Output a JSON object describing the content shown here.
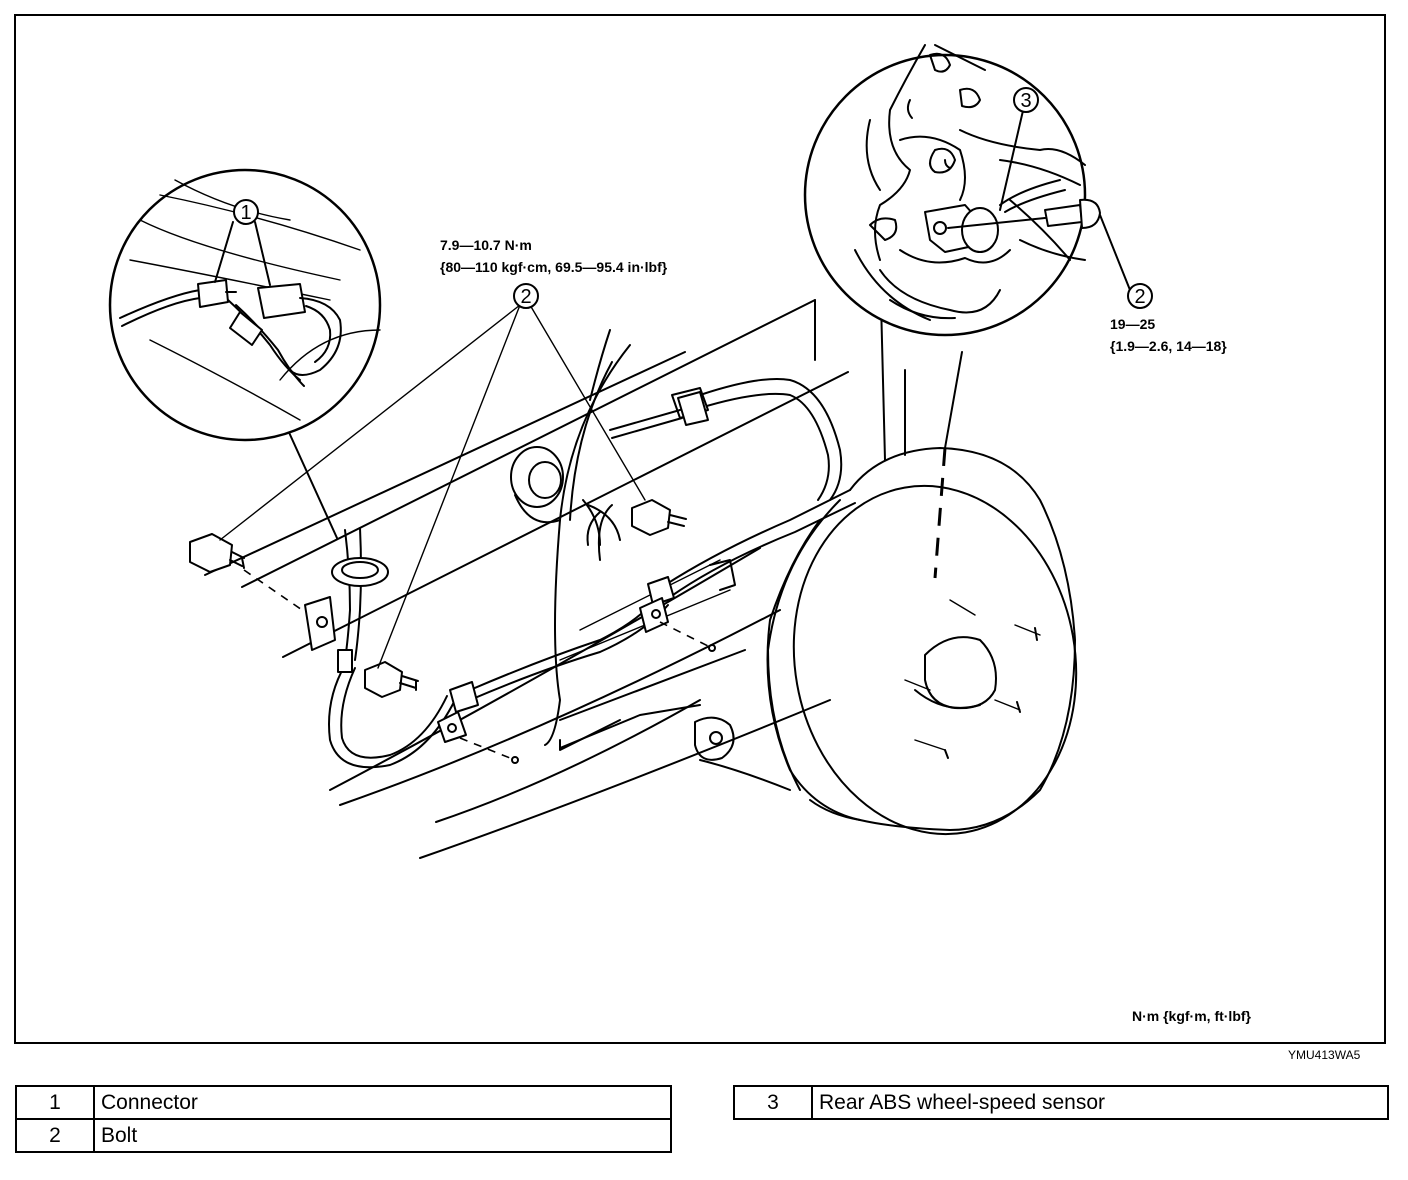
{
  "callouts": {
    "one": "1",
    "two": "2",
    "three": "3"
  },
  "torque_center": {
    "line1": "7.9—10.7 N·m",
    "line2": "{80—110 kgf·cm, 69.5—95.4 in·lbf}"
  },
  "torque_right": {
    "line1": "19—25",
    "line2": "{1.9—2.6, 14—18}"
  },
  "units_note": "N·m {kgf·m, ft·lbf}",
  "figure_code": "YMU413WA5",
  "legend_left": [
    {
      "num": "1",
      "label": "Connector"
    },
    {
      "num": "2",
      "label": "Bolt"
    }
  ],
  "legend_right": [
    {
      "num": "3",
      "label": "Rear ABS wheel-speed sensor"
    }
  ]
}
